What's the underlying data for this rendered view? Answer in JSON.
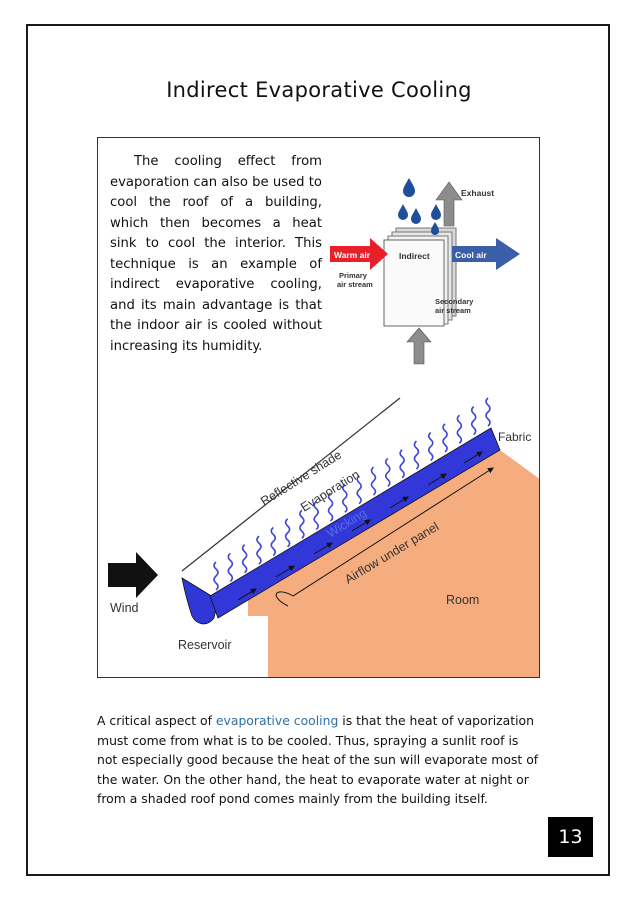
{
  "title": "Indirect Evaporative Cooling",
  "figure": {
    "paragraph": "The cooling effect from evaporation can also be used to cool the roof of a building, which then becomes a heat sink to cool the interior. This technique is an example of indirect evaporative cooling, and its main advantage is that the indoor air is cooled without increasing its humidity.",
    "unit_diagram": {
      "exhaust": "Exhaust",
      "unit_label": "Indirect",
      "warm_air": "Warm air",
      "cool_air": "Cool air",
      "primary_line1": "Primary",
      "primary_line2": "air stream",
      "secondary_line1": "Secondary",
      "secondary_line2": "air stream",
      "colors": {
        "warm": "#e8202a",
        "cool": "#3a5ea8",
        "gray": "#8c8c8c",
        "drop": "#1f4e9a"
      }
    },
    "roof_diagram": {
      "fabric": "Fabric",
      "reflective_shade": "Reflective shade",
      "evaporation": "Evaporation",
      "wicking": "Wicking",
      "airflow": "Airflow under panel",
      "room": "Room",
      "wind": "Wind",
      "reservoir": "Reservoir",
      "colors": {
        "room": "#f5ad80",
        "panel": "#3238d8",
        "vapor": "#3e47d6"
      }
    }
  },
  "body": {
    "before_link": "A critical aspect of ",
    "link_text": "evaporative cooling",
    "after_link": " is that the heat of vaporization must come from what is to be cooled. Thus, spraying a sunlit roof is not especially good because the heat of the sun will evaporate most of the water. On the other hand, the heat to evaporate water at night or from a shaded roof pond comes mainly from the building itself."
  },
  "page_number": "13"
}
